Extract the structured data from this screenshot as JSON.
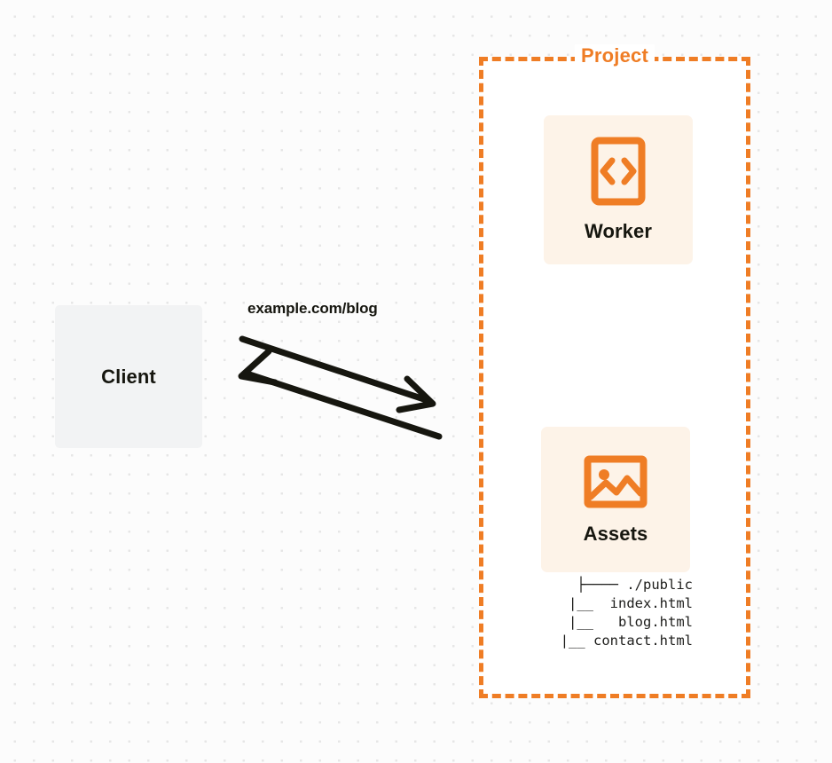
{
  "diagram": {
    "title": "Project",
    "client": {
      "label": "Client",
      "color": "#f2f3f4"
    },
    "request": {
      "label": "example.com/blog",
      "direction": "bidirectional",
      "color": "#16160f"
    },
    "project_group": {
      "label": "Project",
      "border_color": "#ef7d25",
      "border_style": "dashed"
    },
    "services": [
      {
        "id": "worker",
        "label": "Worker",
        "icon": "code-brackets-icon",
        "card_color": "#fdf3e8",
        "icon_color": "#ef7d25"
      },
      {
        "id": "assets",
        "label": "Assets",
        "icon": "image-picture-icon",
        "card_color": "#fdf3e8",
        "icon_color": "#ef7d25"
      }
    ],
    "file_tree": {
      "lines": [
        "├──── ./public",
        "|__  index.html",
        "|__   blog.html",
        "|__ contact.html"
      ],
      "text": "├──── ./public\n|__  index.html\n|__   blog.html\n|__ contact.html"
    }
  },
  "theme": {
    "accent": "#ef7d25",
    "card_bg": "#fdf3e8",
    "neutral_bg": "#f2f3f4",
    "text": "#16160f",
    "page_bg": "#fcfcfc",
    "dot_grid": "#e6e6e6"
  }
}
